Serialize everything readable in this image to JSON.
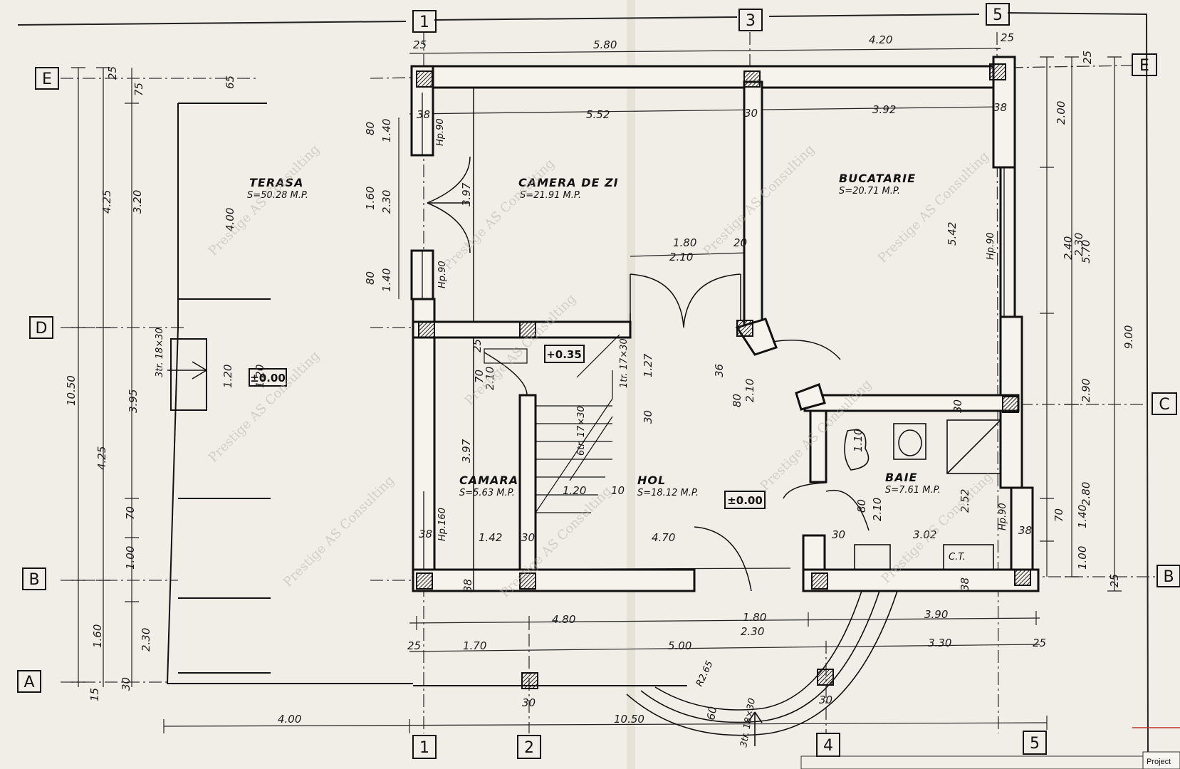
{
  "rooms": {
    "terasa": {
      "name": "TERASA",
      "area": "S=50.28 M.P."
    },
    "camera": {
      "name": "CAMERA DE ZI",
      "area": "S=21.91 M.P."
    },
    "bucatarie": {
      "name": "BUCATARIE",
      "area": "S=20.71 M.P."
    },
    "camara": {
      "name": "CAMARA",
      "area": "S=5.63 M.P."
    },
    "hol": {
      "name": "HOL",
      "area": "S=18.12 M.P."
    },
    "baie": {
      "name": "BAIE",
      "area": "S=7.61 M.P."
    }
  },
  "axes": {
    "top": [
      "1",
      "3",
      "5"
    ],
    "bottom": [
      "1",
      "2",
      "4",
      "5"
    ],
    "left": [
      "E",
      "D",
      "B",
      "A"
    ],
    "right": [
      "E",
      "C",
      "B"
    ]
  },
  "levels": {
    "terrace": "±0.00",
    "stair_landing": "+0.35",
    "hall": "±0.00"
  },
  "labels": {
    "ct": "C.T.",
    "stairs_terrace": "3tr. 18×30",
    "stairs_main": "6tr. 17×30",
    "stairs_top": "1tr. 17×30",
    "stairs_entry": "3tr. 18×30",
    "radius": "R2.65",
    "hp90a": "Hp.90",
    "hp90b": "Hp.90",
    "hp90c": "Hp.90",
    "hp90d": "Hp.90",
    "hp160": "Hp.160",
    "project": "Project",
    "watermark": "Prestige AS Consulting"
  },
  "dims": {
    "top": [
      "25",
      "5.80",
      "4.20",
      "25"
    ],
    "inner_top": [
      "5.52",
      "3.92",
      "38",
      "38",
      "30"
    ],
    "left_outer": [
      "10.50"
    ],
    "left_mid": [
      "4.25",
      "3.95",
      "4.25",
      "1.60"
    ],
    "left_inner": [
      "3.20",
      "4.00",
      "70",
      "1.00",
      "1.20",
      "2.30",
      "25",
      "15",
      "30",
      "75",
      "65"
    ],
    "window_left": [
      "80",
      "1.40",
      "1.60",
      "2.30",
      "80",
      "1.40"
    ],
    "right_outer": [
      "9.00",
      "5.70",
      "2.90",
      "2.80"
    ],
    "right_inner": [
      "2.00",
      "2.40",
      "2.30",
      "70",
      "1.40",
      "1.00",
      "25",
      "25"
    ],
    "mid": [
      "1.80",
      "2.10",
      "20",
      "5.42",
      "3.97",
      "3.97",
      "1.42",
      "30",
      "38",
      "38",
      "4.70",
      "30",
      "3.02",
      "38",
      "38",
      "1.20",
      "10",
      "1.27",
      "30",
      "2.10",
      "70",
      "25",
      "36",
      "2.10",
      "80",
      "1.10",
      "80",
      "2.10",
      "2.52",
      "30",
      "1.20"
    ],
    "bottom": [
      "4.80",
      "1.70",
      "25",
      "5.00",
      "1.80",
      "2.30",
      "3.90",
      "3.30",
      "25",
      "4.00",
      "10.50",
      "30",
      "30",
      "60"
    ]
  },
  "colors": {
    "paper": "#f1eee7",
    "ink": "#111111",
    "wall": "#141414",
    "column_fill": "#3a3a3a"
  }
}
